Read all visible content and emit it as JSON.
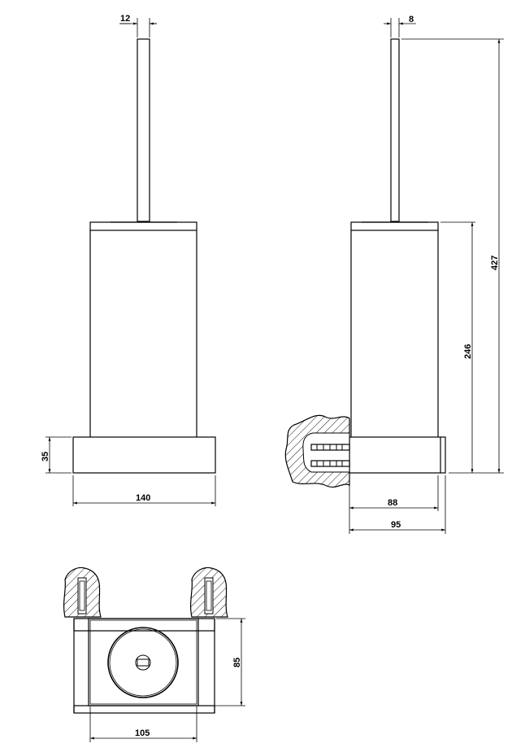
{
  "drawing": {
    "type": "technical drawing",
    "subject": "wall-mounted toilet brush holder",
    "units": "mm"
  },
  "views": {
    "front": {
      "dimensions": {
        "handle_diameter": "12",
        "base_height": "35",
        "base_width": "140"
      }
    },
    "side": {
      "dimensions": {
        "handle_diameter": "8",
        "total_height": "427",
        "container_height": "246",
        "projection_body": "88",
        "projection_total": "95"
      }
    },
    "top": {
      "dimensions": {
        "depth": "85",
        "width": "105"
      }
    }
  },
  "colors": {
    "line": "#000000",
    "background": "#ffffff"
  }
}
